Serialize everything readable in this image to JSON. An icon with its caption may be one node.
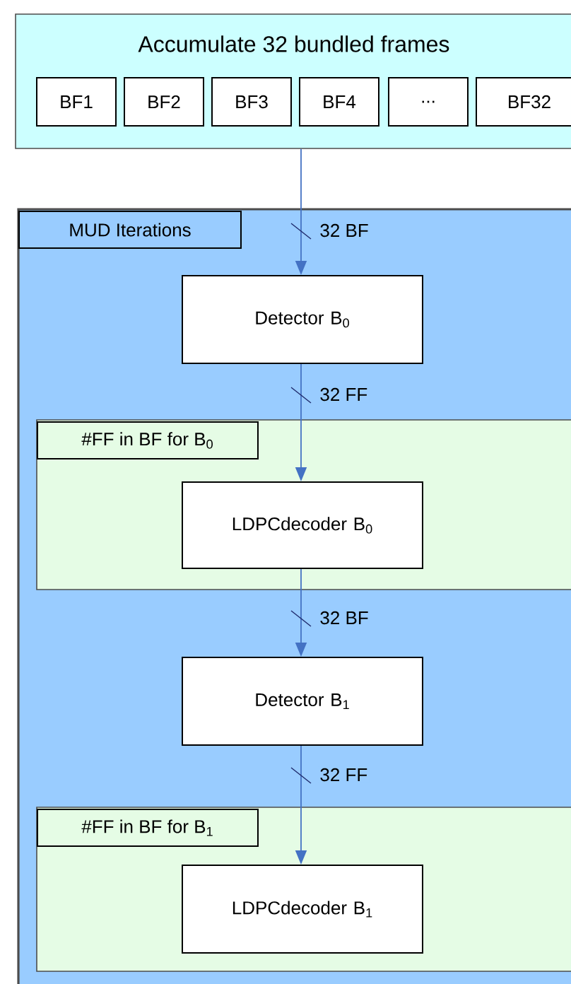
{
  "diagram": {
    "nodes": [
      {
        "text": [
          "Accumulate 32 bundled frames"
        ]
      },
      {
        "text": [
          "BF1"
        ],
        "in": 0
      },
      {
        "text": [
          "BF2"
        ],
        "in": 0
      },
      {
        "text": [
          "BF3"
        ],
        "in": 0
      },
      {
        "text": [
          "BF4"
        ],
        "in": 0
      },
      {
        "text": [
          "..."
        ],
        "in": 0
      },
      {
        "text": [
          "BF32"
        ],
        "in": 0
      },
      {
        "text": [
          "MUD Iterations"
        ]
      },
      {
        "text": [
          "Detector B$_{0}$"
        ],
        "in": 7
      },
      {
        "text": [
          "#FF in BF for B$_{0}$"
        ],
        "in": 7
      },
      {
        "text": [
          "LDPCdecoder B$_{0}$"
        ],
        "in": 9
      },
      {
        "text": [
          "Detector B$_{1}$"
        ],
        "in": 7
      },
      {
        "text": [
          "#FF in BF for B$_{1}$"
        ],
        "in": 7
      },
      {
        "text": [
          "LDPCdecoder B$_{1}$"
        ],
        "in": 12
      }
    ],
    "edges": [
      {
        "from": 0,
        "to": 8,
        "arrow": "to",
        "label": "32 BF"
      },
      {
        "from": 8,
        "to": 10,
        "arrow": "to",
        "label": "32 FF"
      },
      {
        "from": 10,
        "to": 11,
        "arrow": "to",
        "label": "32 BF"
      },
      {
        "from": 11,
        "to": 13,
        "arrow": "to",
        "label": "32 FF"
      }
    ]
  }
}
